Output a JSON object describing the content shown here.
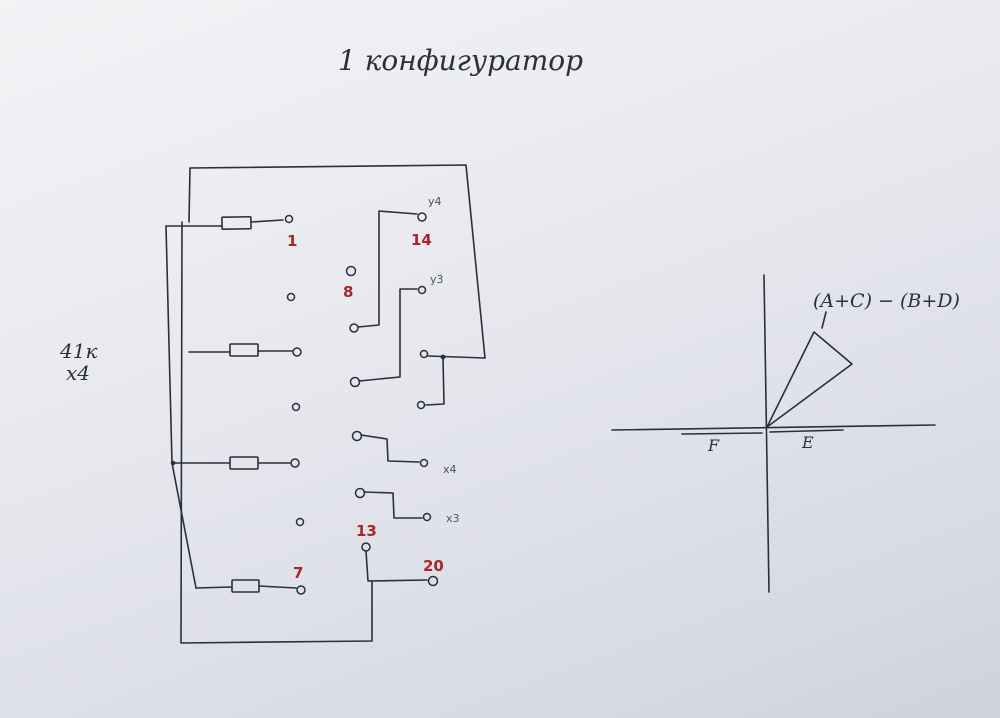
{
  "title": "1 конфигуратор",
  "side_note": {
    "line1": "41к",
    "line2": "х4"
  },
  "pin_numbers": {
    "p1": "1",
    "p8": "8",
    "p14": "14",
    "p7": "7",
    "p13": "13",
    "p20": "20"
  },
  "output_labels": {
    "y4_top": "у4",
    "y3": "у3",
    "x4": "х4",
    "x3": "х3"
  },
  "vector_plot": {
    "expression": "(A+C) − (B+D)",
    "label_f": "F",
    "label_e": "E"
  },
  "colors": {
    "ink": "#2b2f3d",
    "red_ink": "#a8262a",
    "paper": "#eceef3"
  }
}
